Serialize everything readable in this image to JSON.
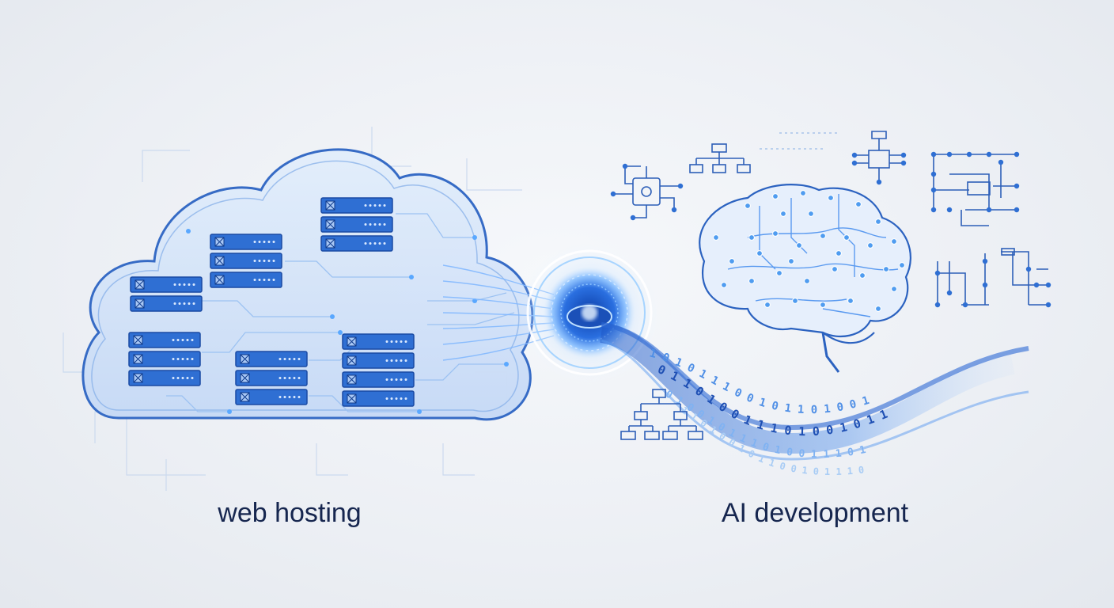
{
  "labels": {
    "left": "web hosting",
    "right": "AI development"
  },
  "colors": {
    "background": "#eceff4",
    "cloud_fill": "#cfe0f7",
    "cloud_stroke": "#2f66c4",
    "server_fill": "#2f6fd3",
    "server_stroke": "#1a4aa3",
    "accent_glow": "#5aa8ff",
    "text": "#16264f",
    "brain_stroke": "#2b62c0"
  },
  "icons": {
    "cloud": "cloud-icon",
    "server": "server-rack-icon",
    "brain": "circuit-brain-icon",
    "portal": "glowing-portal-icon",
    "diagram": "flowchart-icon"
  },
  "binary_stream": [
    "0 1 1 0 1 0 0 1 1 1 0 1 0 0 1 0 1 1",
    "1 0 1 0 1 1 1 0 0 1 0 1 1 0 1 0 0 1",
    "0 1 0 0 1 0 1 1 1 0 1 0 0 1 1 1 0 1",
    "1 1 0 1 0 0 1 0 1 1 0 0 1 0 1 1 1 0"
  ]
}
